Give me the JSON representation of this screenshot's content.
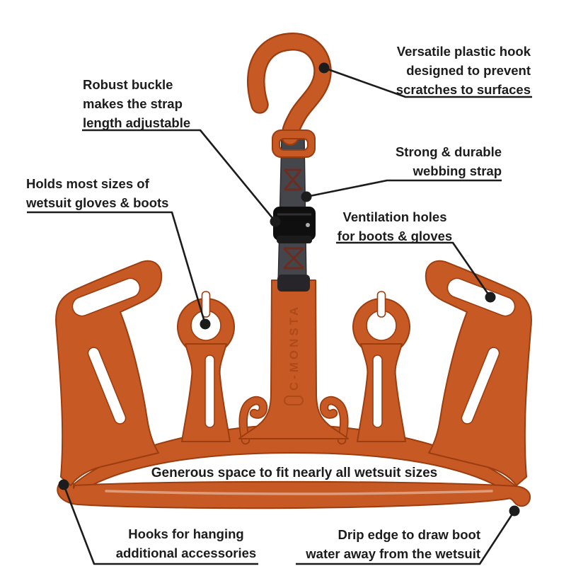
{
  "colors": {
    "orange": "#c75a24",
    "orange_deep": "#9c3d10",
    "strap": "#45454c",
    "strap_edge": "#2c2c31",
    "stitch": "#6f2b1d",
    "buckle": "#0f0f10",
    "line": "#1c1c1c",
    "text": "#1c1c1c",
    "background": "#ffffff"
  },
  "product": {
    "embossed_text": "C-MONSTA"
  },
  "callouts": [
    {
      "id": "plastic-hook",
      "lines": [
        "Versatile plastic hook",
        "designed to prevent",
        "scratches to surfaces"
      ]
    },
    {
      "id": "buckle",
      "lines": [
        "Robust buckle",
        "makes the strap",
        "length adjustable"
      ]
    },
    {
      "id": "gloves-boots-holder",
      "lines": [
        "Holds most sizes of",
        "wetsuit gloves & boots"
      ]
    },
    {
      "id": "webbing-strap",
      "lines": [
        "Strong & durable",
        "webbing strap"
      ]
    },
    {
      "id": "ventilation-holes",
      "lines": [
        "Ventilation holes",
        "for boots & gloves"
      ]
    },
    {
      "id": "generous-space",
      "lines": [
        "Generous space to fit nearly all wetsuit sizes"
      ]
    },
    {
      "id": "accessory-hooks",
      "lines": [
        "Hooks for hanging",
        "additional accessories"
      ]
    },
    {
      "id": "drip-edge",
      "lines": [
        "Drip edge to draw boot",
        "water away from the wetsuit"
      ]
    }
  ]
}
